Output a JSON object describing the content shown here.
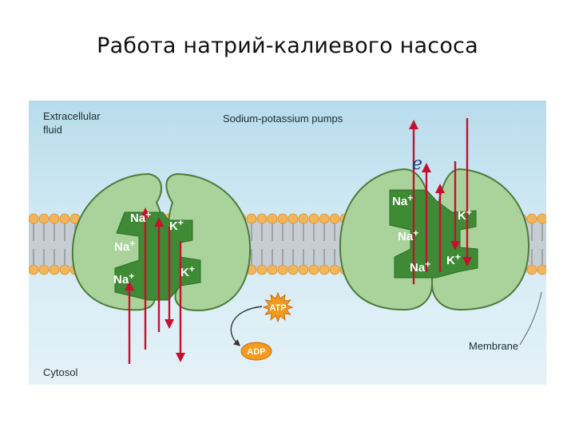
{
  "slide": {
    "title": "Работа натрий-калиевого насоса"
  },
  "figure": {
    "label_extracellular_line1": "Extracellular",
    "label_extracellular_line2": "fluid",
    "label_pumps": "Sodium-potassium pumps",
    "label_membrane": "Membrane",
    "label_cytosol": "Cytosol",
    "stray_glyph": "e",
    "energy": {
      "atp": "ATP",
      "adp": "ADP"
    },
    "ions": {
      "na": "Na",
      "k": "K",
      "charge": "+"
    },
    "colors": {
      "extracellular": "#bfe0ee",
      "cytosol": "#ddeef6",
      "membrane_head": "#f2b55a",
      "membrane_tail": "#a9b2b8",
      "protein_fill": "#a9d39a",
      "protein_stroke": "#4d7a3c",
      "protein_channel": "#3f8a35",
      "arrow": "#c8102e",
      "atp_fill": "#f39a1f"
    }
  }
}
